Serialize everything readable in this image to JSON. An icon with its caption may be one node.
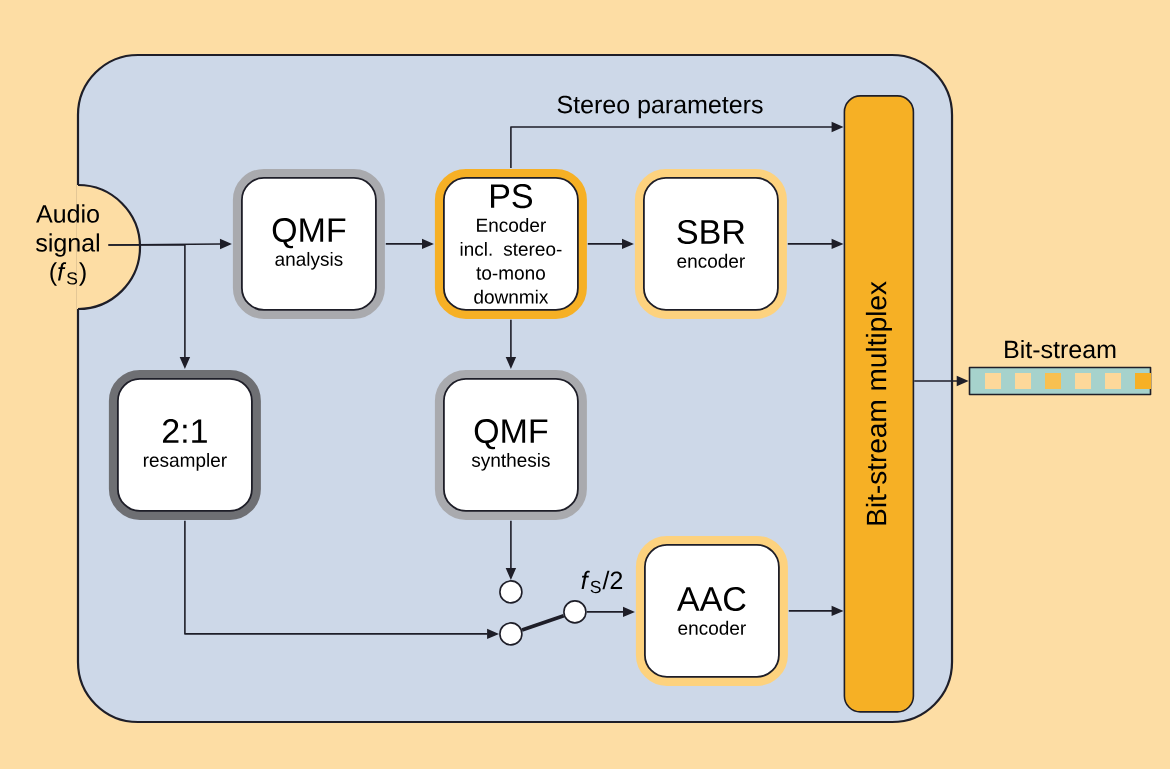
{
  "diagram": {
    "nodes": [
      {
        "text": [],
        "shape": "box"
      },
      {
        "text": [
          "Audio signal (*f*$_{S}$)"
        ]
      },
      {
        "text": [
          "QMF",
          "analysis"
        ],
        "in": 0
      },
      {
        "text": [
          "PS",
          "Encoder incl. stereo-to-mono downmix"
        ],
        "in": 0
      },
      {
        "text": [
          "SBR",
          "encoder"
        ],
        "in": 0
      },
      {
        "text": [
          "2:1",
          "resampler"
        ],
        "in": 0
      },
      {
        "text": [
          "QMF",
          "synthesis"
        ],
        "in": 0
      },
      {
        "text": [
          "AAC",
          "encoder"
        ],
        "in": 0
      },
      {
        "text": [
          "Bit-stream multiplex"
        ],
        "in": 0
      },
      {
        "text": [],
        "shape": "circle",
        "in": 0
      },
      {
        "text": [],
        "shape": "circle",
        "in": 0
      },
      {
        "text": [],
        "shape": "circle",
        "in": 0
      },
      {
        "text": [
          "Bit-stream"
        ]
      }
    ],
    "edges": [
      {
        "from": 1,
        "to": 2,
        "arrow": "to"
      },
      {
        "from": 1,
        "to": 5,
        "arrow": "to"
      },
      {
        "from": 2,
        "to": 3,
        "arrow": "to"
      },
      {
        "from": 3,
        "to": 4,
        "arrow": "to"
      },
      {
        "from": 3,
        "to": 8,
        "arrow": "to",
        "label": "Stereo parameters"
      },
      {
        "from": 3,
        "to": 6,
        "arrow": "to"
      },
      {
        "from": 4,
        "to": 8,
        "arrow": "to"
      },
      {
        "from": 6,
        "to": 9,
        "arrow": "to"
      },
      {
        "from": 5,
        "to": 10,
        "arrow": "to"
      },
      {
        "from": 10,
        "to": 11,
        "arrow": "none",
        "style": "thick"
      },
      {
        "from": 11,
        "to": 7,
        "arrow": "to",
        "label": "*f*$_{S}$/2"
      },
      {
        "from": 7,
        "to": 8,
        "arrow": "to"
      },
      {
        "from": 8,
        "to": 12,
        "arrow": "to"
      }
    ]
  }
}
